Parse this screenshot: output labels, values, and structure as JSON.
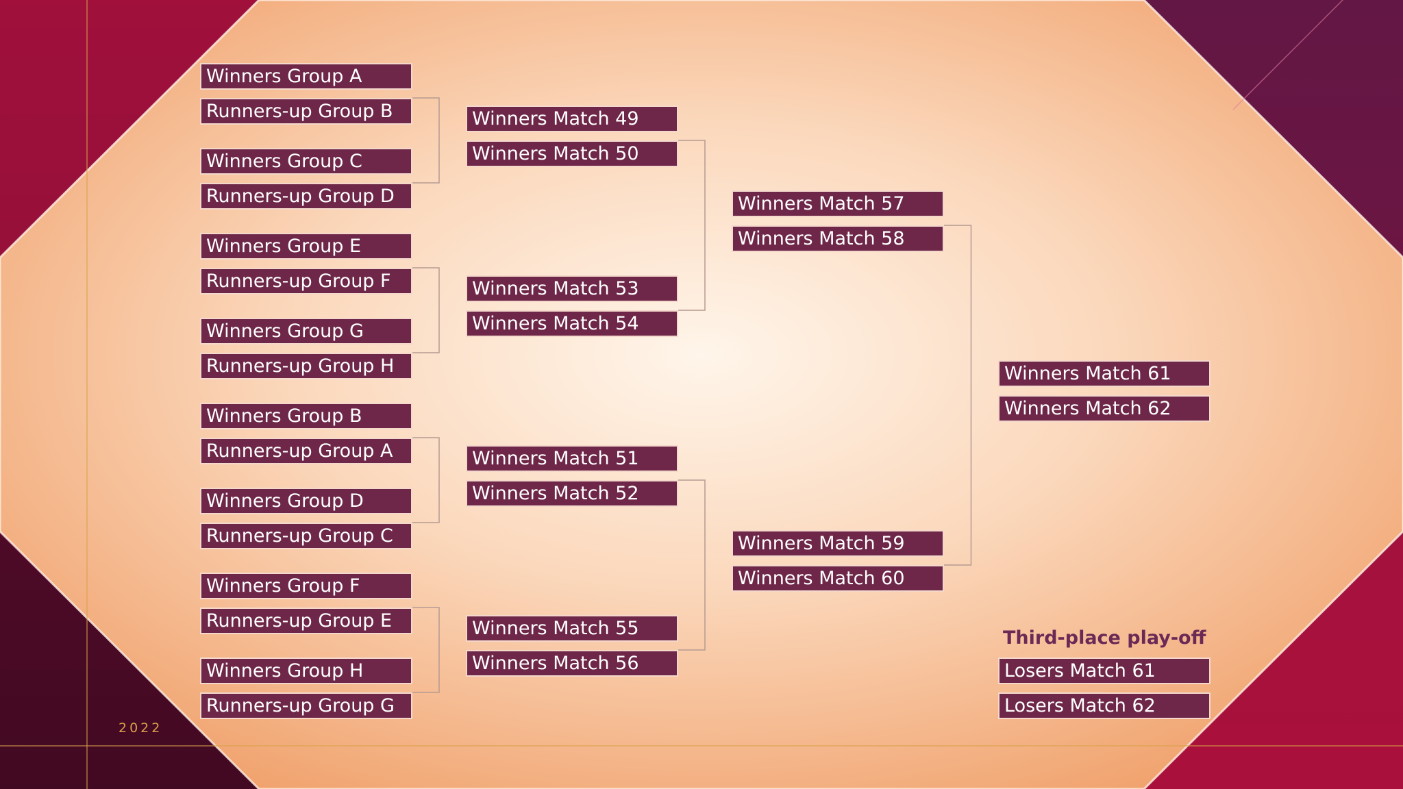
{
  "bracket": {
    "round_of_16": [
      "Winners Group A",
      "Runners-up Group B",
      "Winners Group C",
      "Runners-up Group D",
      "Winners Group E",
      "Runners-up Group F",
      "Winners Group G",
      "Runners-up Group H",
      "Winners Group B",
      "Runners-up Group A",
      "Winners Group D",
      "Runners-up Group C",
      "Winners Group F",
      "Runners-up Group E",
      "Winners Group H",
      "Runners-up Group G"
    ],
    "quarter_finals": [
      "Winners Match 49",
      "Winners Match 50",
      "Winners Match 53",
      "Winners Match 54",
      "Winners Match 51",
      "Winners Match 52",
      "Winners Match 55",
      "Winners Match 56"
    ],
    "semi_finals": [
      "Winners Match 57",
      "Winners Match 58",
      "Winners Match 59",
      "Winners Match 60"
    ],
    "final": [
      "Winners Match 61",
      "Winners Match 62"
    ],
    "third_place": {
      "title": "Third-place play-off",
      "slots": [
        "Losers Match 61",
        "Losers Match 62"
      ]
    }
  },
  "footer": {
    "year": "2022"
  },
  "colors": {
    "slot_fill": "#6e2748",
    "slot_border": "#f4d8cc",
    "connector": "#b59a91",
    "frame_dark": "#5c0f2e",
    "frame_light": "#a3123f",
    "sand_center": "#fff3e6",
    "sand_edge": "#f2a772",
    "gold": "#d9a24a"
  }
}
